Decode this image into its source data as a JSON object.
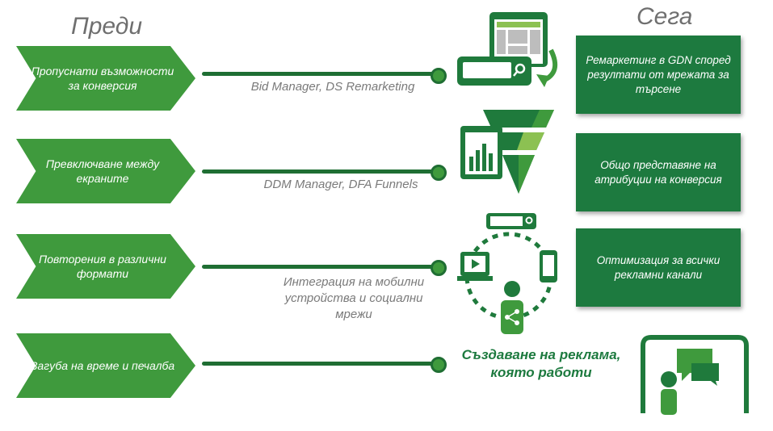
{
  "headings": {
    "before": "Преди",
    "now": "Сега"
  },
  "rows": [
    {
      "problem": "Пропуснати възможности за конверсия",
      "tool": "Bid Manager, DS Remarketing",
      "solution": "Ремаркетинг в GDN според резултати от мрежата за търсене"
    },
    {
      "problem": "Превключване между екраните",
      "tool": "DDM Manager, DFA Funnels",
      "solution": "Общо представяне на атрибуции на конверсия"
    },
    {
      "problem": "Повторения в различни формати",
      "tool": "Интеграция на мобилни устройства и социални мрежи",
      "solution": "Оптимизация за всички рекламни канали"
    },
    {
      "problem": "Загуба на време и печалба",
      "tool": "",
      "solution": ""
    }
  ],
  "highlight": "Създаване на реклама, която работи",
  "icons": [
    "remarketing-window-icon",
    "funnel-chart-icon",
    "cross-device-cycle-icon",
    "presenter-board-icon"
  ],
  "colors": {
    "chevron": "#3f9a3d",
    "box": "#1d7a3f",
    "line": "#1f6e33",
    "heading": "#6f6f6f"
  }
}
